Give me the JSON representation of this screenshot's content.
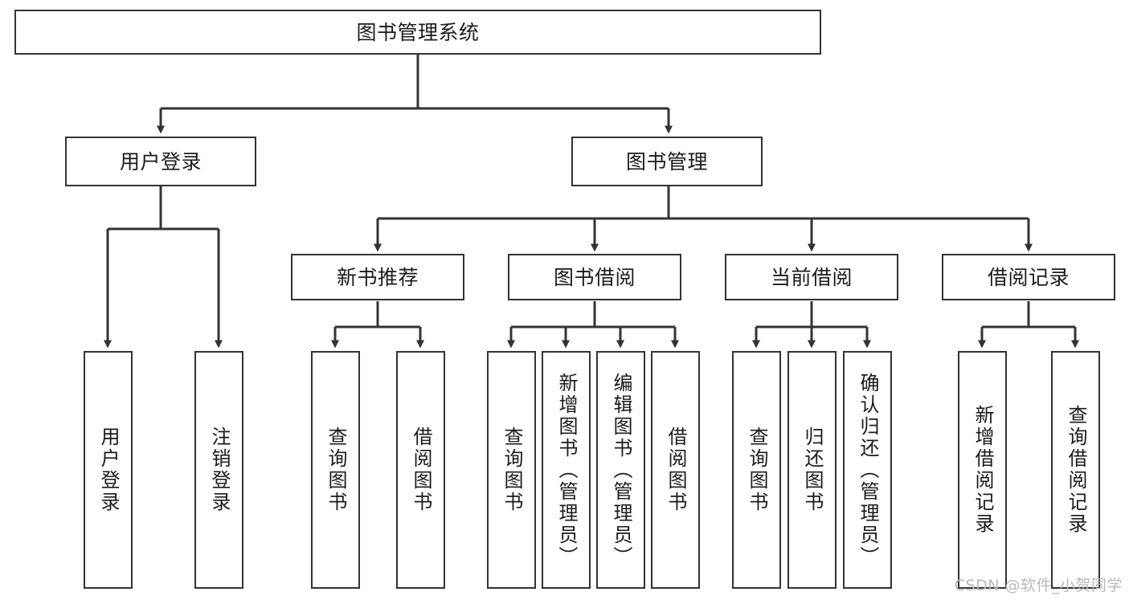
{
  "diagram": {
    "title": "图书管理系统",
    "type": "tree-hierarchy",
    "stroke_color": "#333333",
    "background_color": "#ffffff",
    "text_color": "#1b1b1b"
  },
  "root": {
    "label": "图书管理系统"
  },
  "level2": [
    {
      "label": "用户登录"
    },
    {
      "label": "图书管理"
    }
  ],
  "level3": [
    {
      "label": "新书推荐"
    },
    {
      "label": "图书借阅"
    },
    {
      "label": "当前借阅"
    },
    {
      "label": "借阅记录"
    }
  ],
  "leaves": {
    "user_login": [
      {
        "label": "用户登录"
      },
      {
        "label": "注销登录"
      }
    ],
    "new_book_recommend": [
      {
        "label": "查询图书"
      },
      {
        "label": "借阅图书"
      }
    ],
    "book_borrow": [
      {
        "label": "查询图书"
      },
      {
        "label": "新增图书（管理员）"
      },
      {
        "label": "编辑图书（管理员）"
      },
      {
        "label": "借阅图书"
      }
    ],
    "current_borrow": [
      {
        "label": "查询图书"
      },
      {
        "label": "归还图书"
      },
      {
        "label": "确认归还（管理员）"
      }
    ],
    "borrow_records": [
      {
        "label": "新增借阅记录"
      },
      {
        "label": "查询借阅记录"
      }
    ]
  },
  "watermark": {
    "text": "CSDN @软件_小贺同学",
    "color": "#b9b9b9"
  }
}
